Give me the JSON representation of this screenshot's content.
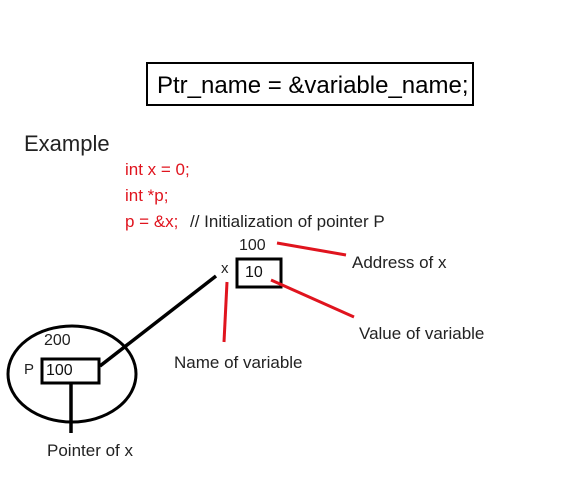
{
  "syntax": "Ptr_name = &variable_name;",
  "example_heading": "Example",
  "code": {
    "line1": "int x = 0;",
    "line2": "int *p;",
    "line3": "p = &x;",
    "comment": "// Initialization of pointer P"
  },
  "variable_x": {
    "address": "100",
    "name": "x",
    "value": "10"
  },
  "pointer_p": {
    "address": "200",
    "name": "P",
    "value": "100"
  },
  "labels": {
    "address_of_x": "Address of x",
    "value_of_variable": "Value of variable",
    "name_of_variable": "Name of variable",
    "pointer_of_x": "Pointer of x"
  },
  "colors": {
    "code": "#e0141e",
    "connector": "#e0141e",
    "outline": "#000000"
  }
}
